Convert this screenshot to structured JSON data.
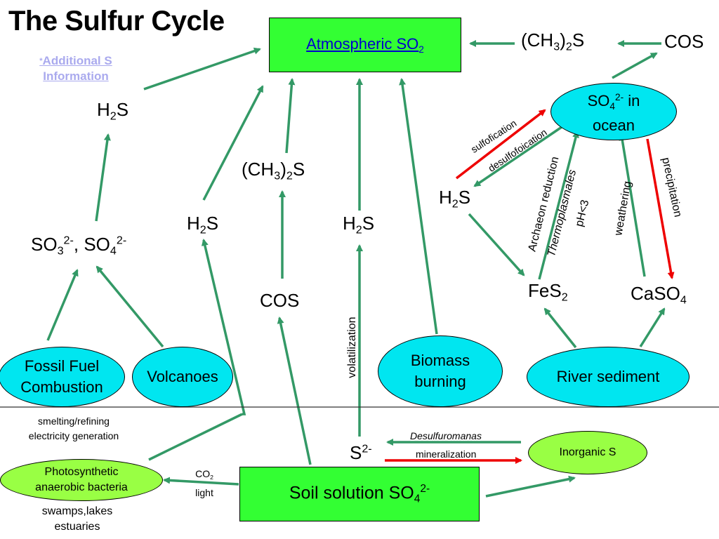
{
  "title": "The Sulfur Cycle",
  "additional_link": {
    "marker": "*",
    "line1": "Additional S",
    "line2": "Information"
  },
  "atmospheric_so2": {
    "text": "Atmospheric SO",
    "sub": "2"
  },
  "so4_ocean": {
    "base": "SO",
    "sub": "4",
    "sup": "2-",
    "rest": " in",
    "line2": "ocean"
  },
  "fossil_fuel": {
    "line1": "Fossil Fuel",
    "line2": "Combustion"
  },
  "volcanoes": "Volcanoes",
  "biomass": {
    "line1": "Biomass",
    "line2": "burning"
  },
  "river_sediment": "River sediment",
  "inorganic_s": "Inorganic S",
  "soil_solution": {
    "text": "Soil solution SO",
    "sub": "4",
    "sup": "2-"
  },
  "photosynthetic": {
    "line1": "Photosynthetic",
    "line2": "anaerobic bacteria"
  },
  "labels": {
    "h2s": {
      "h": "H",
      "sub": "2",
      "s": "S"
    },
    "ch3_2s": {
      "open": "(CH",
      "sub3": "3",
      "mid": ")",
      "sub2": "2",
      "end": "S"
    },
    "cos": "COS",
    "so3_so4": {
      "so": "SO",
      "sub3": "3",
      "sup1": "2-",
      "sep": ", SO",
      "sub4": "4",
      "sup2": "2-"
    },
    "fes2": {
      "fe": "FeS",
      "sub": "2"
    },
    "caso4": {
      "ca": "CaSO",
      "sub": "4"
    },
    "s2": {
      "s": "S",
      "sup": "2-"
    }
  },
  "process_labels": {
    "sulfofication": "sulfofication",
    "desulfofoication": "desulfofoication",
    "archaeon": "Archaeon reduction",
    "thermoplasmales": "Thermoplasmales",
    "ph": "pH<3",
    "weathering": "weathering",
    "precipitation": "precipitation",
    "volatilization": "volatilization",
    "desulfuromanas": "Desulfuromanas",
    "mineralization": "mineralization",
    "co2": {
      "co": "CO",
      "sub": "2"
    },
    "light": "light",
    "smelting": "smelting/refining",
    "electricity": "electricity generation",
    "swamps": "swamps,lakes",
    "estuaries": "estuaries"
  },
  "colors": {
    "arrow_green": "#339966",
    "arrow_red": "#ee0000",
    "box_green": "#33ff33",
    "ellipse_cyan": "#00e6f0",
    "ellipse_lime": "#99ff44"
  }
}
